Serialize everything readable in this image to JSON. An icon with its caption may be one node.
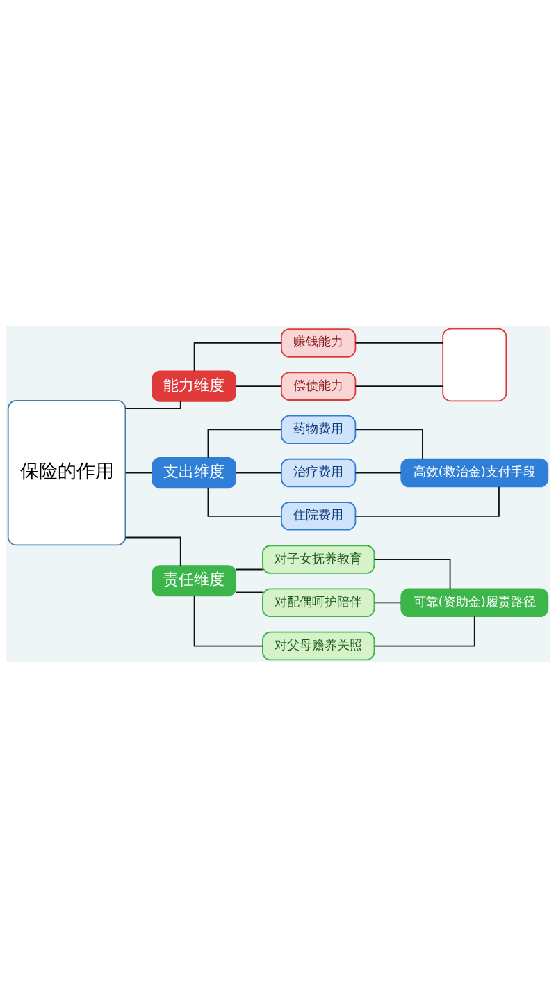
{
  "diagram": {
    "nodes": [
      {
        "text": [
          "保险的作用"
        ]
      },
      {
        "text": [
          "能力维度"
        ]
      },
      {
        "text": [
          "赚钱能力"
        ]
      },
      {
        "text": [
          "偿债能力"
        ]
      },
      {
        "text": [],
        "shape": "box"
      },
      {
        "text": [
          "支出维度"
        ]
      },
      {
        "text": [
          "药物费用"
        ]
      },
      {
        "text": [
          "治疗费用"
        ]
      },
      {
        "text": [
          "住院费用"
        ]
      },
      {
        "text": [
          "高效(救治金)支付手段"
        ]
      },
      {
        "text": [
          "责任维度"
        ]
      },
      {
        "text": [
          "对子女抚养教育"
        ]
      },
      {
        "text": [
          "对配偶呵护陪伴"
        ]
      },
      {
        "text": [
          "对父母赡养关照"
        ]
      },
      {
        "text": [
          "可靠(资助金)履责路径"
        ]
      }
    ],
    "edges": [
      {
        "from": 0,
        "to": 1,
        "arrow": "none"
      },
      {
        "from": 0,
        "to": 5,
        "arrow": "none"
      },
      {
        "from": 0,
        "to": 10,
        "arrow": "none"
      },
      {
        "from": 1,
        "to": 2,
        "arrow": "none"
      },
      {
        "from": 1,
        "to": 3,
        "arrow": "none"
      },
      {
        "from": 2,
        "to": 4,
        "arrow": "none"
      },
      {
        "from": 3,
        "to": 4,
        "arrow": "none"
      },
      {
        "from": 5,
        "to": 6,
        "arrow": "none"
      },
      {
        "from": 5,
        "to": 7,
        "arrow": "none"
      },
      {
        "from": 5,
        "to": 8,
        "arrow": "none"
      },
      {
        "from": 6,
        "to": 9,
        "arrow": "none"
      },
      {
        "from": 7,
        "to": 9,
        "arrow": "none"
      },
      {
        "from": 8,
        "to": 9,
        "arrow": "none"
      },
      {
        "from": 10,
        "to": 11,
        "arrow": "none"
      },
      {
        "from": 10,
        "to": 12,
        "arrow": "none"
      },
      {
        "from": 10,
        "to": 13,
        "arrow": "none"
      },
      {
        "from": 11,
        "to": 14,
        "arrow": "none"
      },
      {
        "from": 12,
        "to": 14,
        "arrow": "none"
      },
      {
        "from": 13,
        "to": 14,
        "arrow": "none"
      }
    ]
  }
}
